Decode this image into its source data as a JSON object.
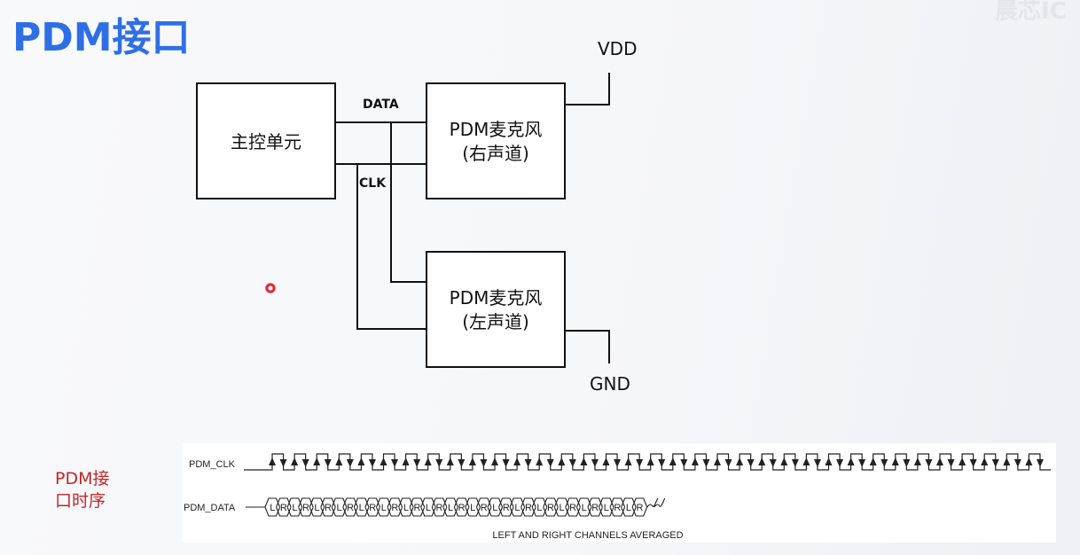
{
  "title": "PDM接口",
  "watermark": "晨芯IC",
  "diagram": {
    "master": "主控单元",
    "mic_right": {
      "line1": "PDM麦克风",
      "line2": "(右声道)"
    },
    "mic_left": {
      "line1": "PDM麦克风",
      "line2": "(左声道)"
    },
    "data_label": "DATA",
    "clk_label": "CLK",
    "vdd": "VDD",
    "gnd": "GND"
  },
  "timing": {
    "caption_line1": "PDM接",
    "caption_line2": "口时序",
    "clk_name": "PDM_CLK",
    "data_name": "PDM_DATA",
    "caption": "LEFT AND RIGHT CHANNELS AVERAGED",
    "left": "L",
    "right": "R"
  }
}
